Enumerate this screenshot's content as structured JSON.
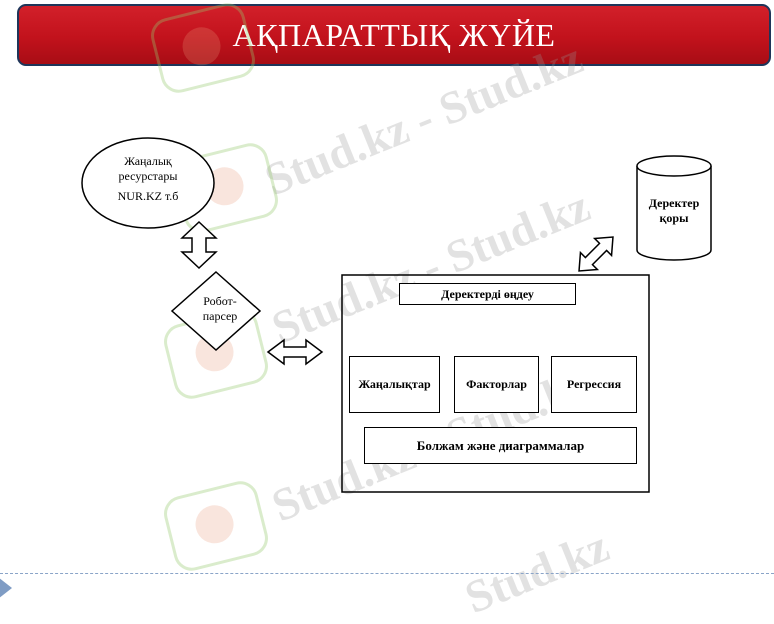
{
  "title": "АҚПАРАТТЫҚ ЖҮЙЕ",
  "watermark": "Stud.kz - Stud.kz",
  "watermark_short": "Stud.kz",
  "nodes": {
    "news_resources": {
      "line1": "Жаңалық",
      "line2": "ресурстары",
      "line3": "NUR.KZ т.б"
    },
    "robot_parser": {
      "line1": "Робот-",
      "line2": "парсер"
    },
    "database": {
      "line1": "Деректер",
      "line2": "қоры"
    },
    "data_processing": "Деректерді өңдеу",
    "news": "Жаңалықтар",
    "factors": "Факторлар",
    "regression": "Регрессия",
    "forecast": "Болжам және диаграммалар"
  },
  "colors": {
    "title_bg": "#c2121c",
    "title_border": "#1f3559",
    "line": "#000000"
  }
}
